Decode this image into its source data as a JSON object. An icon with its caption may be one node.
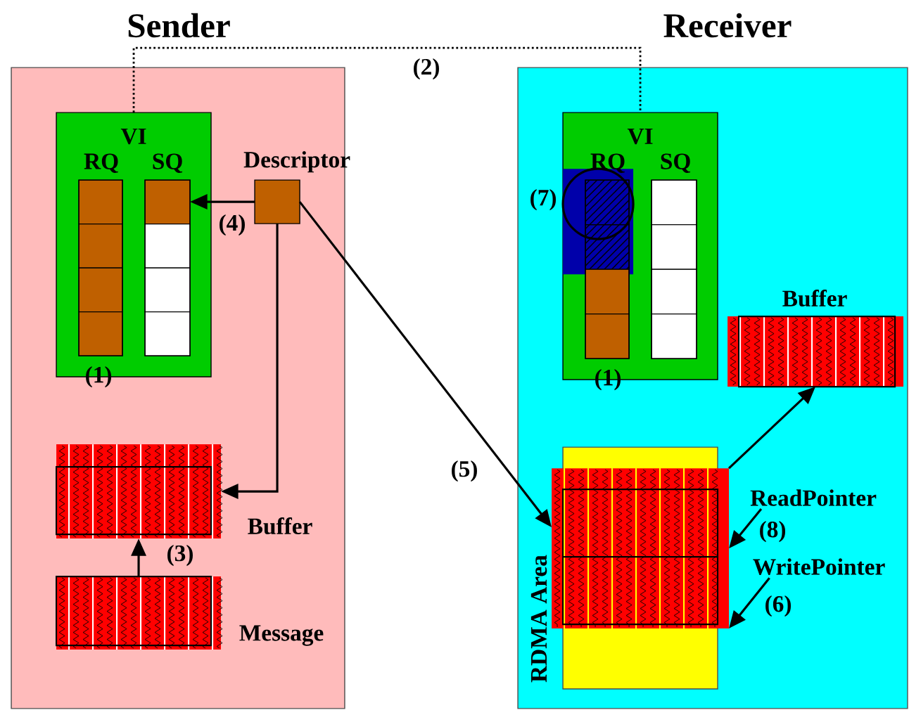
{
  "diagram": {
    "nodes": [
      {
        "text": [
          "Sender"
        ]
      },
      {
        "text": [
          "VI"
        ],
        "beside": [
          "(1)"
        ],
        "in": 0
      },
      {
        "text": [
          "RQ"
        ],
        "in": 1
      },
      {
        "text": [
          "SQ"
        ],
        "in": 1
      },
      {
        "text": [
          "Descriptor"
        ],
        "in": 0
      },
      {
        "text": [
          "Buffer"
        ],
        "in": 0
      },
      {
        "text": [
          "Message"
        ],
        "in": 0
      },
      {
        "text": [
          "Receiver"
        ]
      },
      {
        "text": [
          "VI"
        ],
        "beside": [
          "(1)"
        ],
        "in": 7
      },
      {
        "text": [
          "RQ"
        ],
        "in": 8
      },
      {
        "text": [
          "SQ"
        ],
        "in": 8
      },
      {
        "text": [],
        "shape": "circle",
        "beside": [
          "(7)"
        ],
        "in": 8
      },
      {
        "text": [
          "Buffer"
        ],
        "in": 7
      },
      {
        "text": [
          "RDMA Area"
        ],
        "in": 7
      },
      {
        "text": [],
        "shape": "box",
        "in": 7
      },
      {
        "text": [
          "ReadPointer"
        ],
        "beside": [
          "(8)"
        ],
        "in": 7
      },
      {
        "text": [
          "WritePointer"
        ],
        "beside": [
          "(6)"
        ],
        "in": 7
      }
    ],
    "edges": [
      {
        "from": 1,
        "to": 8,
        "arrow": "none",
        "style": "dashed",
        "label": "(2)"
      },
      {
        "from": 4,
        "to": 3,
        "arrow": "to",
        "label": "(4)"
      },
      {
        "from": 4,
        "to": 5,
        "arrow": "to"
      },
      {
        "from": 4,
        "to": 14,
        "arrow": "to",
        "label": "(5)"
      },
      {
        "from": 6,
        "to": 5,
        "arrow": "to",
        "label": "(3)"
      },
      {
        "from": 14,
        "to": 12,
        "arrow": "to"
      },
      {
        "from": 15,
        "to": 14,
        "arrow": "to"
      },
      {
        "from": 16,
        "to": 14,
        "arrow": "to"
      }
    ]
  }
}
